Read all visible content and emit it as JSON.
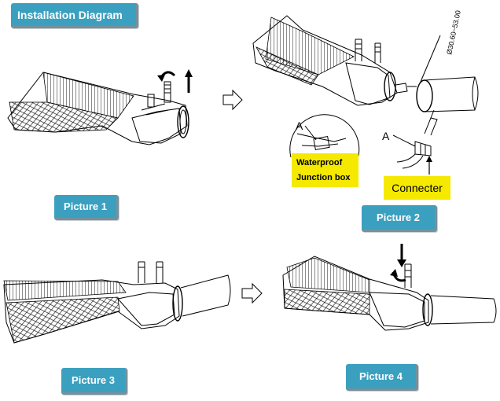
{
  "title": "Installation Diagram",
  "pictures": [
    {
      "label": "Picture 1"
    },
    {
      "label": "Picture 2"
    },
    {
      "label": "Picture 3"
    },
    {
      "label": "Picture 4"
    }
  ],
  "annotations": {
    "waterproof_line1": "Waterproof",
    "waterproof_line2": "Junction box",
    "connecter": "Connecter",
    "callout_a1": "A",
    "callout_a2": "A",
    "diameter": "Ø30.60~53.00"
  },
  "colors": {
    "tag": "#3ba0bf",
    "label_yellow": "#f5e900"
  }
}
